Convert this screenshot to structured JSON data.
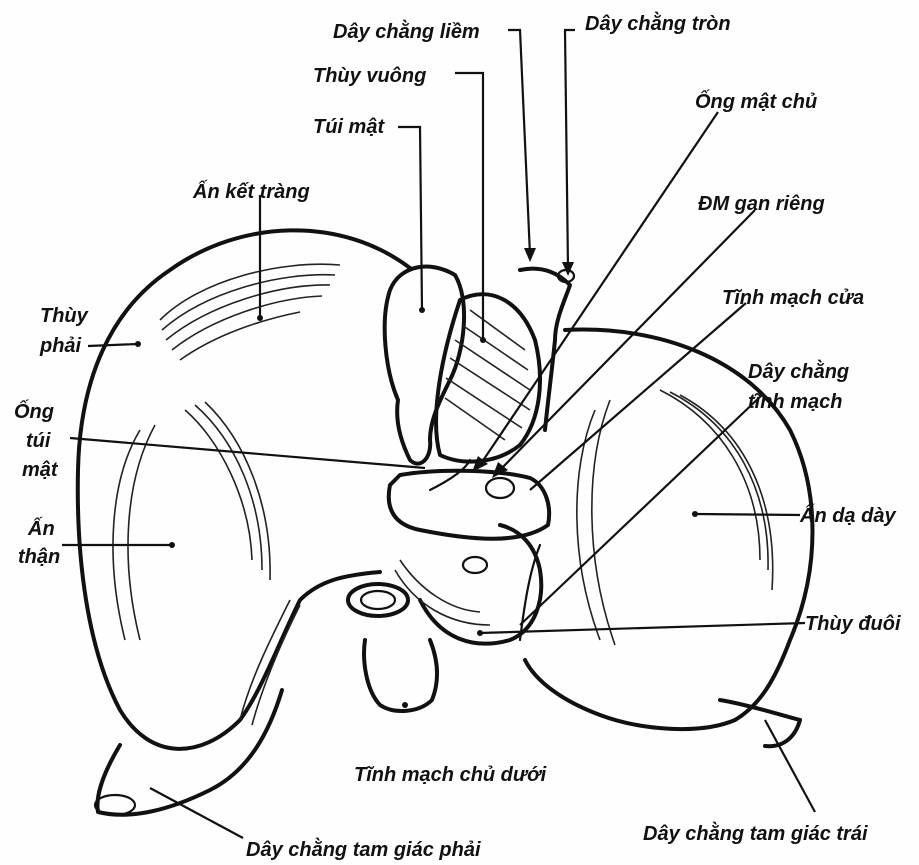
{
  "labels": {
    "day_chang_liem": "Dây chằng liềm",
    "day_chang_tron": "Dây chằng tròn",
    "thuy_vuong": "Thùy vuông",
    "ong_mat_chu": "Ống mật chủ",
    "tui_mat": "Túi mật",
    "an_ket_trang": "Ấn kết tràng",
    "dm_gan_rieng": "ĐM gan riêng",
    "tinh_mach_cua": "Tĩnh mạch cửa",
    "thuy_phai_1": "Thùy",
    "thuy_phai_2": "phải",
    "day_chang_tinh_mach_1": "Dây chằng",
    "day_chang_tinh_mach_2": "tĩnh mạch",
    "ong_tui_mat_1": "Ống",
    "ong_tui_mat_2": "túi",
    "ong_tui_mat_3": "mật",
    "an_da_day": "Ấn dạ dày",
    "an_than_1": "Ấn",
    "an_than_2": "thận",
    "thuy_duoi": "Thùy đuôi",
    "tinh_mach_chu_duoi": "Tĩnh mạch chủ dưới",
    "day_chang_tam_giac_phai": "Dây chằng tam giác phải",
    "day_chang_tam_giac_trai": "Dây chằng tam giác trái"
  }
}
